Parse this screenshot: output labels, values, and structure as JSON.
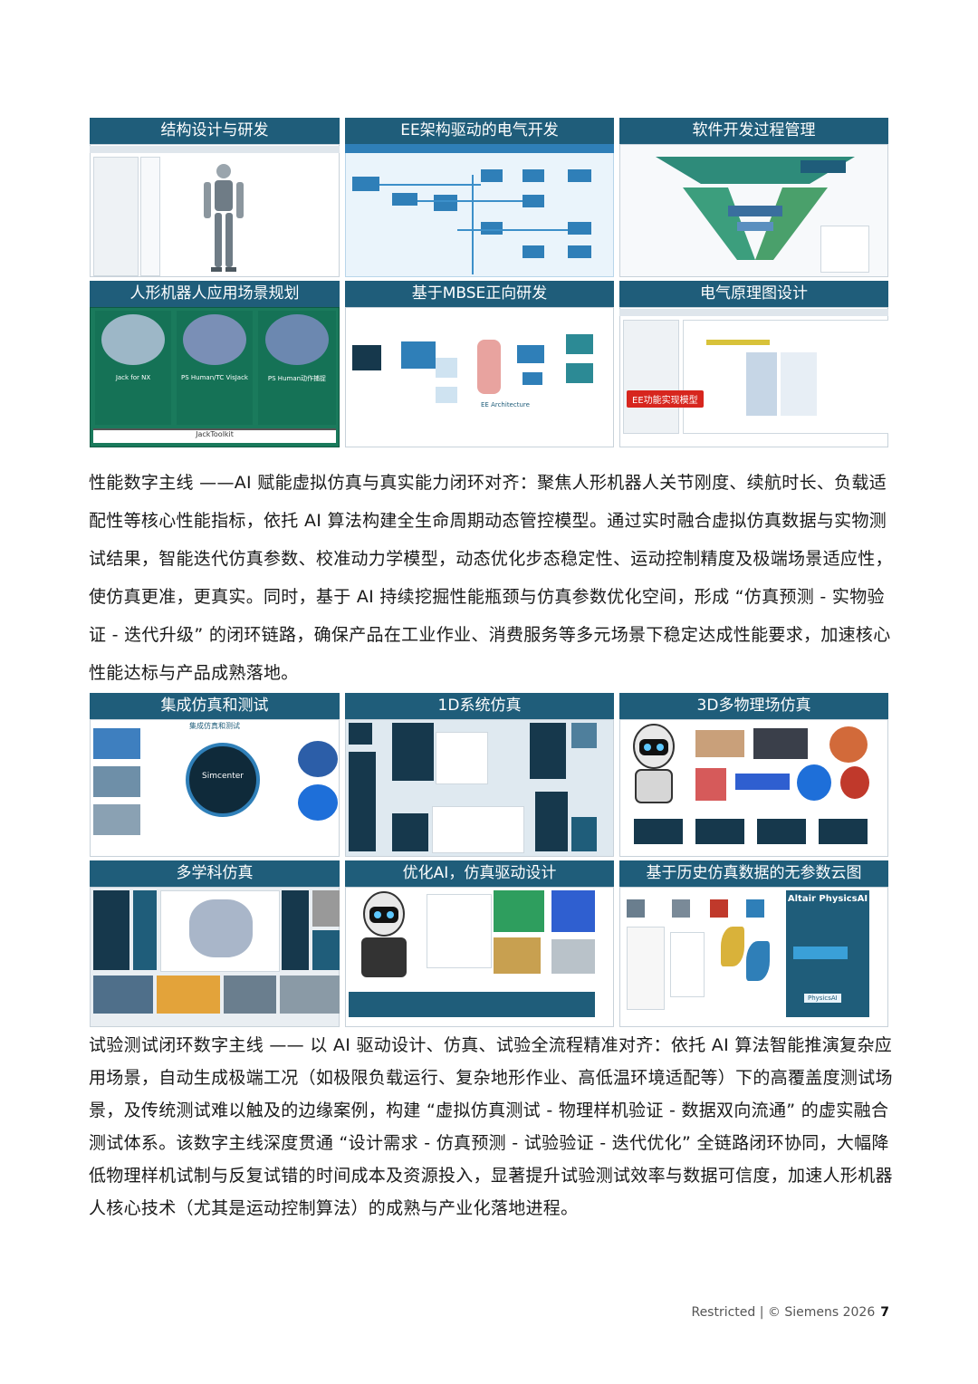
{
  "grid1": {
    "tiles": [
      {
        "title": "结构设计与研发"
      },
      {
        "title": "EE架构驱动的电气开发"
      },
      {
        "title": "软件开发过程管理"
      },
      {
        "title": "人形机器人应用场景规划",
        "sub_labels": [
          "Jack for NX",
          "PS Human/TC VisJack",
          "PS Human动作捕捉"
        ],
        "footer_label": "JackToolkit"
      },
      {
        "title": "基于MBSE正向研发",
        "inner_label": "EE Architecture"
      },
      {
        "title": "电气原理图设计",
        "callout": "EE功能实现模型"
      }
    ]
  },
  "paragraph1": "性能数字主线 ——AI 赋能虚拟仿真与真实能力闭环对齐：聚焦人形机器人关节刚度、续航时长、负载适配性等核心性能指标，依托 AI 算法构建全生命周期动态管控模型。通过实时融合虚拟仿真数据与实物测试结果，智能迭代仿真参数、校准动力学模型，动态优化步态稳定性、运动控制精度及极端场景适应性，使仿真更准，更真实。同时，基于 AI 持续挖掘性能瓶颈与仿真参数优化空间，形成 “仿真预测 - 实物验证 - 迭代升级” 的闭环链路，确保产品在工业作业、消费服务等多元场景下稳定达成性能要求，加速核心性能达标与产品成熟落地。",
  "grid2": {
    "tiles": [
      {
        "title": "集成仿真和测试",
        "center_label": "Simcenter",
        "top_label": "集成仿真和测试"
      },
      {
        "title": "1D系统仿真"
      },
      {
        "title": "3D多物理场仿真"
      },
      {
        "title": "多学科仿真"
      },
      {
        "title": "优化AI，仿真驱动设计"
      },
      {
        "title": "基于历史仿真数据的无参数云图",
        "inner_title": "Altair PhysicsAI",
        "inner_chip": "PhysicsAI"
      }
    ]
  },
  "paragraph2": "试验测试闭环数字主线 —— 以 AI 驱动设计、仿真、试验全流程精准对齐：依托 AI 算法智能推演复杂应用场景，自动生成极端工况（如极限负载运行、复杂地形作业、高低温环境适配等）下的高覆盖度测试场景，及传统测试难以触及的边缘案例，构建 “虚拟仿真测试 - 物理样机验证 - 数据双向流通” 的虚实融合测试体系。该数字主线深度贯通 “设计需求 - 仿真预测 - 试验验证 - 迭代优化” 全链路闭环协同，大幅降低物理样机试制与反复试错的时间成本及资源投入，显著提升试验测试效率与数据可信度，加速人形机器人核心技术（尤其是运动控制算法）的成熟与产业化落地进程。",
  "footer": {
    "text": "Restricted | © Siemens 2026",
    "page": "7"
  },
  "colors": {
    "header_bg": "#1f5d7a",
    "accent": "#2f7fb8"
  }
}
